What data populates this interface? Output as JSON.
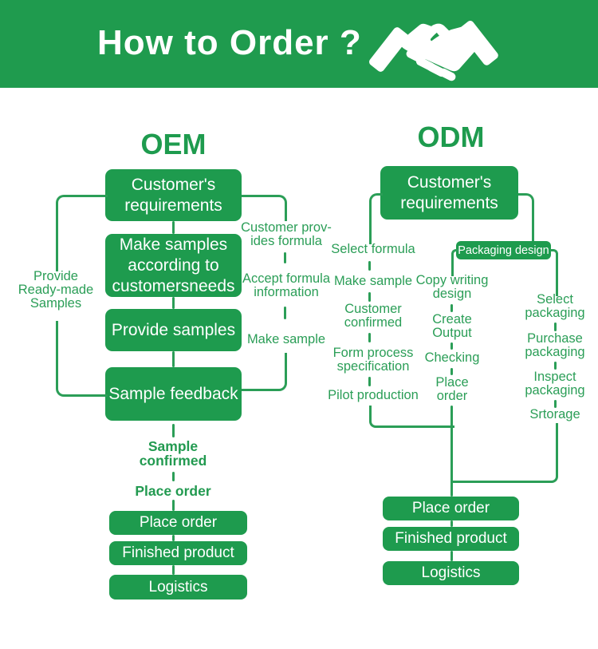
{
  "header": {
    "title": "How to Order ?",
    "icon": "handshake-icon",
    "background": "#1f9b4e"
  },
  "colors": {
    "box_green": "#1e9b4e",
    "line_green": "#2b9e57",
    "text_white": "#ffffff"
  },
  "oem": {
    "title": "OEM",
    "boxes": {
      "customers_requirements": "Customer's\nrequirements",
      "make_samples": "Make samples\naccording to\ncustomersneeds",
      "provide_samples": "Provide samples",
      "sample_feedback": "Sample feedback"
    },
    "left_branch_label": "Provide\nReady-made\nSamples",
    "right_branch_labels": {
      "customer_provides_formula": "Customer prov-\nides formula",
      "accept_formula_information": "Accept formula\ninformation",
      "make_sample": "Make sample"
    },
    "bottom_labels": {
      "sample_confirmed": "Sample\nconfirmed",
      "place_order": "Place order"
    },
    "bottom_boxes": {
      "place_order": "Place order",
      "finished_product": "Finished product",
      "logistics": "Logistics"
    }
  },
  "odm": {
    "title": "ODM",
    "top_box": "Customer's\nrequirements",
    "packaging_box": "Packaging design",
    "left_column": {
      "select_formula": "Select formula",
      "make_sample": "Make sample",
      "customer_confirmed": "Customer\nconfirmed",
      "form_process_specification": "Form process\nspecification",
      "pilot_production": "Pilot production"
    },
    "middle_column": {
      "copy_writing_design": "Copy writing\ndesign",
      "create_output": "Create\nOutput",
      "checking": "Checking",
      "place_order": "Place\norder"
    },
    "right_column": {
      "select_packaging": "Select\npackaging",
      "purchase_packaging": "Purchase\npackaging",
      "inspect_packaging": "Inspect\npackaging",
      "srtorage": "Srtorage"
    },
    "bottom_boxes": {
      "place_order": "Place order",
      "finished_product": "Finished product",
      "logistics": "Logistics"
    }
  }
}
